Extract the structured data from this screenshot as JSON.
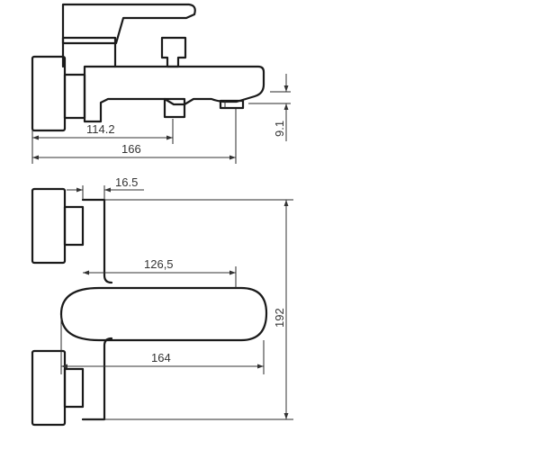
{
  "dimensions": {
    "reach_side": "114.2",
    "length_side": "166",
    "spout_height": "9.1",
    "offset_top": "16.5",
    "reach_top": "126,5",
    "length_top": "164",
    "depth_top": "192"
  }
}
